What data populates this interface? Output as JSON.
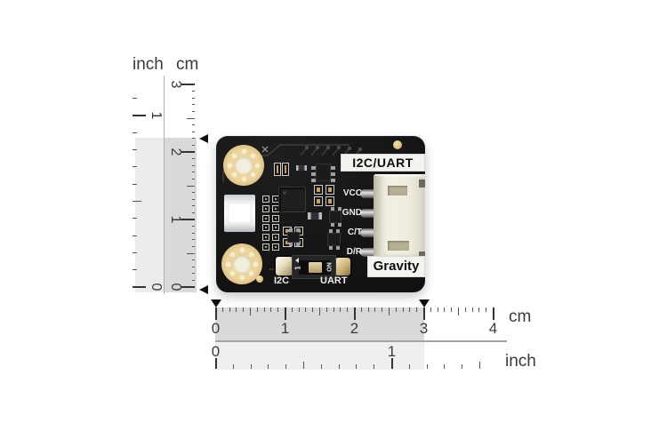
{
  "scene": {
    "background": "#ffffff",
    "subject": "black sensor PCB photographed with cm and inch rulers"
  },
  "rulers": {
    "left": {
      "inch_label": "inch",
      "cm_label": "cm",
      "cm_numbers": [
        0,
        1,
        2,
        3
      ],
      "inch_numbers": [
        0,
        1
      ]
    },
    "bottom": {
      "cm_numbers": [
        0,
        1,
        2,
        3,
        4
      ],
      "inch_numbers": [
        0,
        1
      ],
      "cm_label": "cm",
      "inch_label": "inch"
    }
  },
  "pcb": {
    "interface_label": "I2C/UART",
    "pins": [
      "VCC",
      "GND",
      "C/T",
      "D/R"
    ],
    "brand_label": "Gravity",
    "switch": {
      "position_label": "1",
      "on_label": "ON",
      "left_mode": "I2C",
      "right_mode": "UART"
    },
    "colors": {
      "board": "#151515",
      "gold": "#ddbf83",
      "label_background": "#f3f3f0",
      "connector": "#efecdf"
    }
  }
}
